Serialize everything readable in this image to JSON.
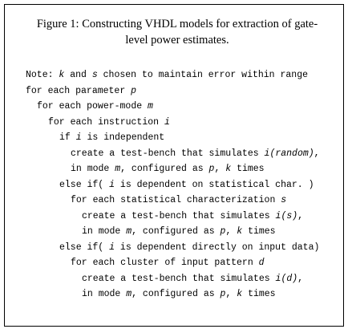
{
  "caption": {
    "line1": "Figure 1: Constructing VHDL models for extraction of gate-",
    "line2": "level power estimates."
  },
  "code_lines": [
    {
      "indent": 0,
      "parts": [
        {
          "t": "Note: "
        },
        {
          "t": "k",
          "i": true
        },
        {
          "t": " and "
        },
        {
          "t": "s",
          "i": true
        },
        {
          "t": " chosen to maintain error within range"
        }
      ]
    },
    {
      "indent": 0,
      "parts": [
        {
          "t": "for each parameter "
        },
        {
          "t": "p",
          "i": true
        }
      ]
    },
    {
      "indent": 1,
      "parts": [
        {
          "t": "for each power-mode "
        },
        {
          "t": "m",
          "i": true
        }
      ]
    },
    {
      "indent": 2,
      "parts": [
        {
          "t": "for each instruction "
        },
        {
          "t": "i",
          "i": true
        }
      ]
    },
    {
      "indent": 3,
      "parts": [
        {
          "t": "if "
        },
        {
          "t": "i",
          "i": true
        },
        {
          "t": " is independent"
        }
      ]
    },
    {
      "indent": 4,
      "parts": [
        {
          "t": "create a test-bench that simulates "
        },
        {
          "t": "i(random)",
          "i": true
        },
        {
          "t": ","
        }
      ]
    },
    {
      "indent": 4,
      "parts": [
        {
          "t": "in mode "
        },
        {
          "t": "m",
          "i": true
        },
        {
          "t": ", configured as "
        },
        {
          "t": "p",
          "i": true
        },
        {
          "t": ", "
        },
        {
          "t": "k",
          "i": true
        },
        {
          "t": " times"
        }
      ]
    },
    {
      "indent": 3,
      "parts": [
        {
          "t": "else if( "
        },
        {
          "t": "i",
          "i": true
        },
        {
          "t": " is dependent on statistical char. )"
        }
      ]
    },
    {
      "indent": 4,
      "parts": [
        {
          "t": "for each statistical characterization "
        },
        {
          "t": "s",
          "i": true
        }
      ]
    },
    {
      "indent": 5,
      "parts": [
        {
          "t": "create a test-bench that simulates "
        },
        {
          "t": "i(s)",
          "i": true
        },
        {
          "t": ","
        }
      ]
    },
    {
      "indent": 5,
      "parts": [
        {
          "t": "in mode "
        },
        {
          "t": "m",
          "i": true
        },
        {
          "t": ", configured as "
        },
        {
          "t": "p",
          "i": true
        },
        {
          "t": ", "
        },
        {
          "t": "k",
          "i": true
        },
        {
          "t": " times"
        }
      ]
    },
    {
      "indent": 3,
      "parts": [
        {
          "t": "else if( "
        },
        {
          "t": "i",
          "i": true
        },
        {
          "t": " is dependent directly on input data)"
        }
      ]
    },
    {
      "indent": 4,
      "parts": [
        {
          "t": "for each cluster of input pattern "
        },
        {
          "t": "d",
          "i": true
        }
      ]
    },
    {
      "indent": 5,
      "parts": [
        {
          "t": "create a test-bench that simulates "
        },
        {
          "t": "i(d)",
          "i": true
        },
        {
          "t": ","
        }
      ]
    },
    {
      "indent": 5,
      "parts": [
        {
          "t": "in mode "
        },
        {
          "t": "m",
          "i": true
        },
        {
          "t": ", configured as "
        },
        {
          "t": "p",
          "i": true
        },
        {
          "t": ", "
        },
        {
          "t": "k",
          "i": true
        },
        {
          "t": " times"
        }
      ]
    }
  ]
}
